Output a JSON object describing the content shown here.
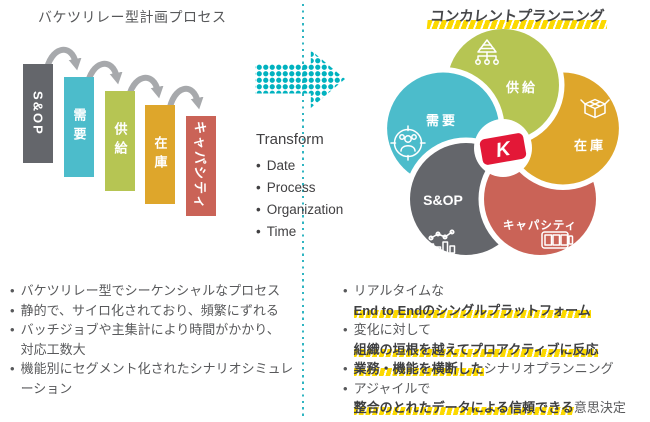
{
  "left": {
    "title": "バケツリレー型計画プロセス",
    "bars": [
      {
        "name": "sop",
        "label": "S&OP",
        "color": "#64666b",
        "orientation": "sideways"
      },
      {
        "name": "demand",
        "label": "需要",
        "color": "#4cbccb",
        "orientation": "upright"
      },
      {
        "name": "supply",
        "label": "供給",
        "color": "#b6c553",
        "orientation": "upright"
      },
      {
        "name": "inventory",
        "label": "在庫",
        "color": "#dea62b",
        "orientation": "upright"
      },
      {
        "name": "capacity",
        "label": "キャパシティ",
        "color": "#ca6357",
        "orientation": "sideways"
      }
    ],
    "bullets": [
      {
        "lines": [
          [
            {
              "t": "バケツリレー型でシーケンシャルなプロセス",
              "em": false
            }
          ]
        ]
      },
      {
        "lines": [
          [
            {
              "t": "静的で、サイロ化されており、頻繁にずれる",
              "em": false
            }
          ]
        ]
      },
      {
        "lines": [
          [
            {
              "t": "バッチジョブや主集計により時間がかかり、",
              "em": false
            }
          ],
          [
            {
              "t": "対応工数大",
              "em": false
            }
          ]
        ]
      },
      {
        "lines": [
          [
            {
              "t": "機能別にセグメント化されたシナリオシミュレ",
              "em": false
            }
          ],
          [
            {
              "t": "ーション",
              "em": false
            }
          ]
        ]
      }
    ]
  },
  "center": {
    "transform_label": "Transform",
    "items": [
      "Date",
      "Process",
      "Organization",
      "Time"
    ]
  },
  "right": {
    "title": "コンカレントプランニング",
    "logo_letter": "K",
    "circles": [
      {
        "name": "supply",
        "label": "供給",
        "color": "#b6c553",
        "icon": "hierarchy-icon"
      },
      {
        "name": "inventory",
        "label": "在庫",
        "color": "#dea62b",
        "icon": "box-icon"
      },
      {
        "name": "capacity",
        "label": "キャパシティ",
        "color": "#ca6357",
        "icon": "battery-icon"
      },
      {
        "name": "sop",
        "label": "S&OP",
        "color": "#64666b",
        "icon": "chart-icon"
      },
      {
        "name": "demand",
        "label": "需要",
        "color": "#4cbccb",
        "icon": "people-icon"
      }
    ],
    "bullets": [
      {
        "lines": [
          [
            {
              "t": "リアルタイムな",
              "em": false
            }
          ],
          [
            {
              "t": "End to Endのシングルプラットフォーム",
              "em": true
            }
          ]
        ]
      },
      {
        "lines": [
          [
            {
              "t": "変化に対して",
              "em": false
            }
          ],
          [
            {
              "t": "組織の垣根を越えてプロアクティブに反応",
              "em": true
            }
          ]
        ]
      },
      {
        "lines": [
          [
            {
              "t": "業務・機能を横断した",
              "em": true
            },
            {
              "t": "シナリオプランニング",
              "em": false
            }
          ]
        ]
      },
      {
        "lines": [
          [
            {
              "t": "アジャイルで",
              "em": false
            }
          ],
          [
            {
              "t": "整合のとれたデータによる信頼できる",
              "em": true
            },
            {
              "t": "意思決定",
              "em": false
            }
          ]
        ]
      }
    ]
  },
  "colors": {
    "accent_teal": "#00b2bf",
    "divider_teal": "#2fb5c2",
    "highlight_yellow": "#fcd900",
    "logo_red": "#e31837",
    "arrow_gray": "#a7a9ac",
    "text_gray": "#58595b",
    "text_dark": "#3e3f41"
  }
}
